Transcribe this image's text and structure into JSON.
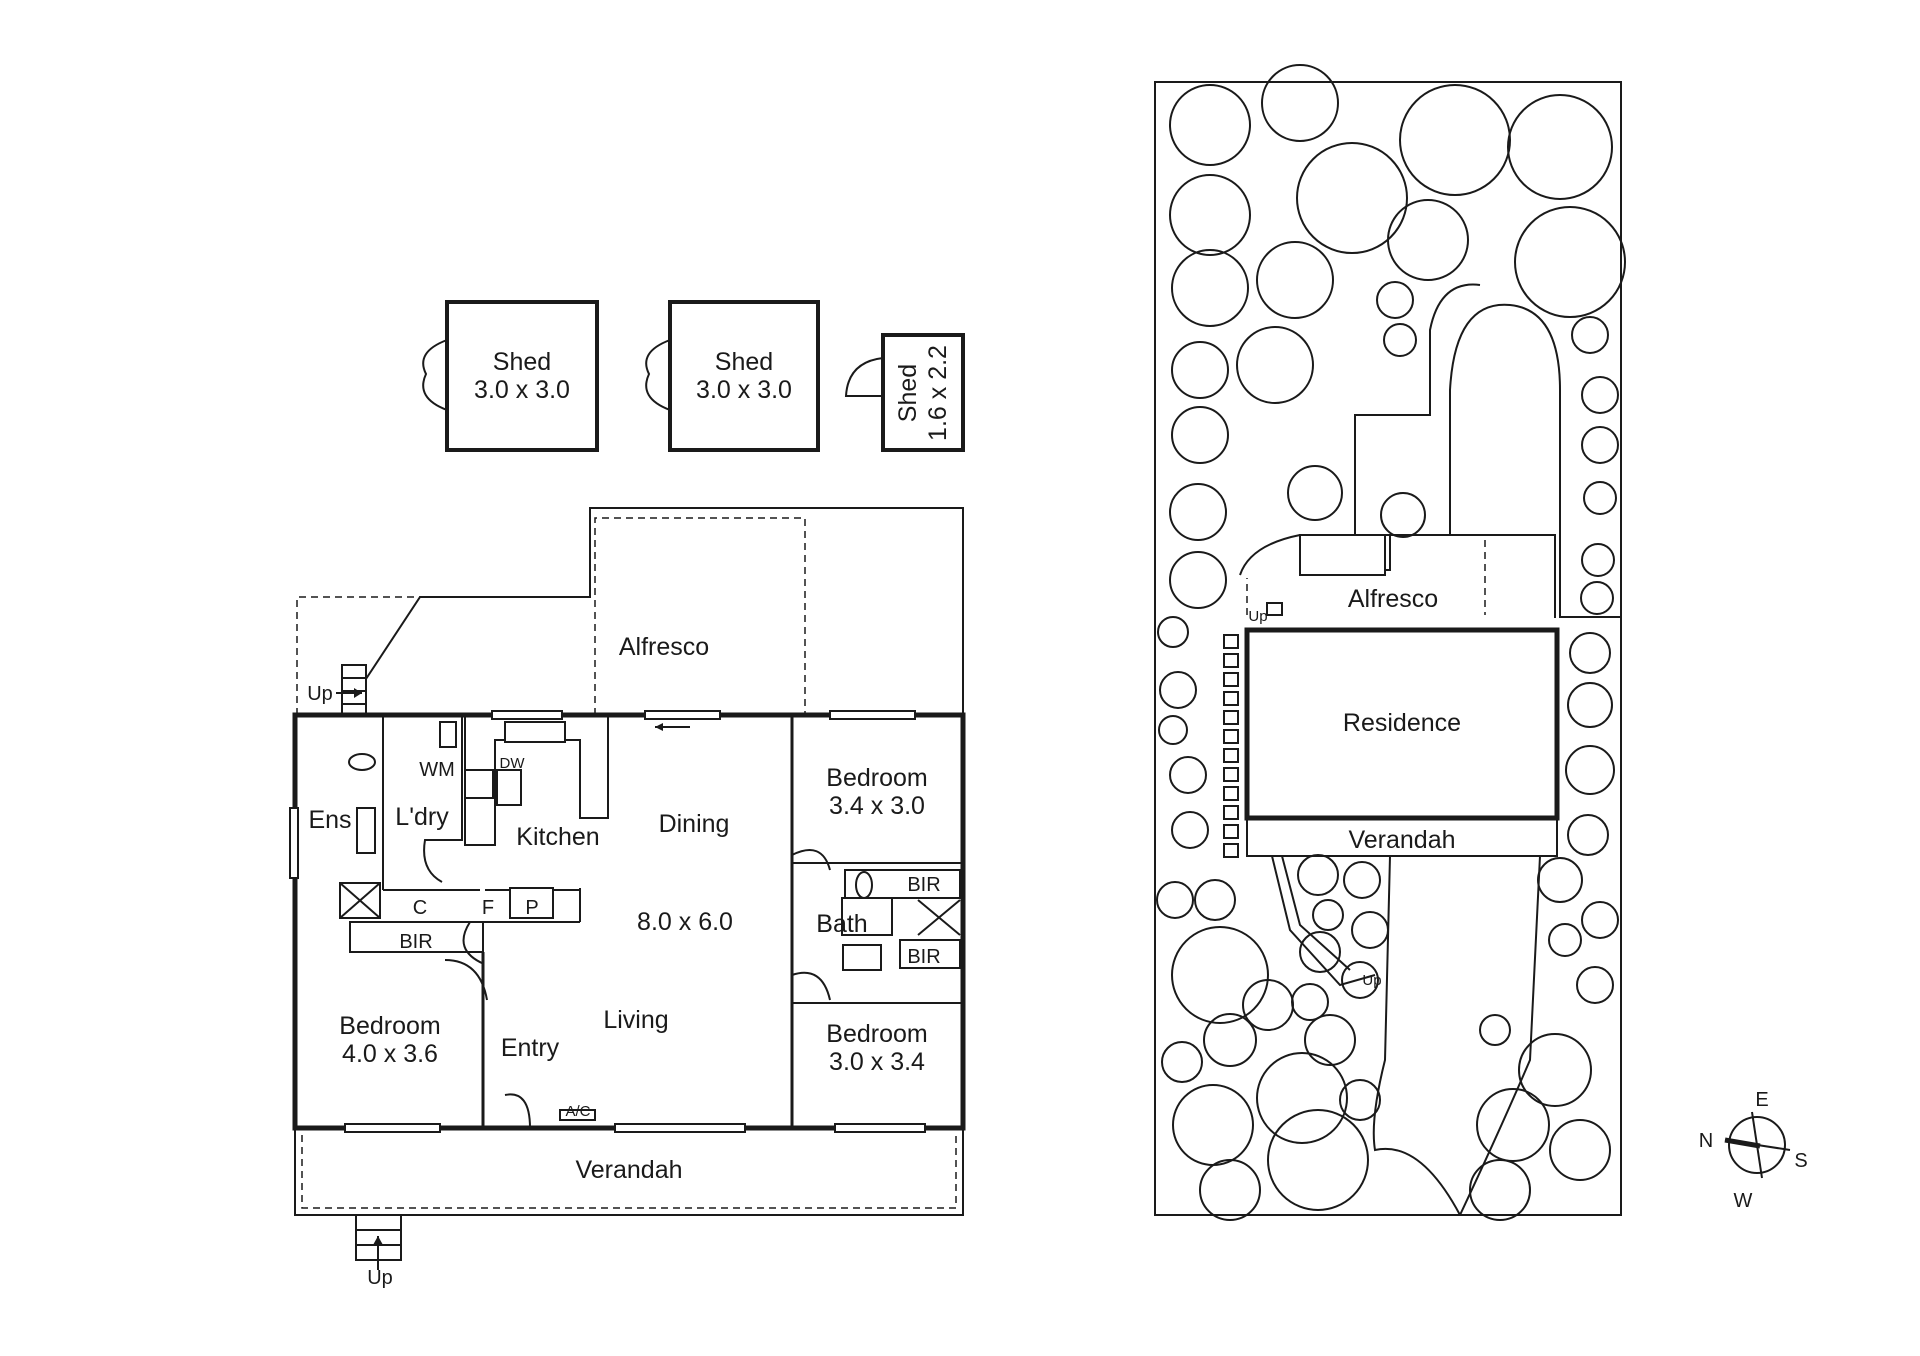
{
  "floor_plan": {
    "sheds": [
      {
        "name": "Shed",
        "size": "3.0 x 3.0"
      },
      {
        "name": "Shed",
        "size": "3.0 x 3.0"
      },
      {
        "name": "Shed",
        "size": "1.6 x 2.2"
      }
    ],
    "rooms": {
      "alfresco": "Alfresco",
      "ensuite": "Ens",
      "laundry": "L'dry",
      "washing_machine": "WM",
      "dishwasher": "DW",
      "kitchen": "Kitchen",
      "dining": "Dining",
      "dining_living_size": "8.0 x 6.0",
      "living": "Living",
      "entry": "Entry",
      "bedroom_1": {
        "name": "Bedroom",
        "size": "4.0 x 3.6"
      },
      "bedroom_2": {
        "name": "Bedroom",
        "size": "3.4 x 3.0"
      },
      "bedroom_3": {
        "name": "Bedroom",
        "size": "3.0 x 3.4"
      },
      "bath": "Bath",
      "bir": "BIR",
      "cupboard": "C",
      "fridge": "F",
      "pantry": "P",
      "air_conditioner": "A/C",
      "verandah": "Verandah",
      "stairs_up": "Up"
    }
  },
  "site_plan": {
    "alfresco": "Alfresco",
    "residence": "Residence",
    "verandah": "Verandah",
    "stairs_up": "Up"
  },
  "compass": {
    "north": "N",
    "east": "E",
    "south": "S",
    "west": "W"
  }
}
